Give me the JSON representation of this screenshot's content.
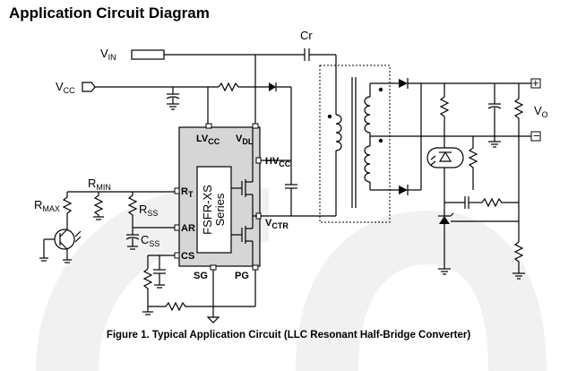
{
  "title": "Application Circuit Diagram",
  "labels": {
    "cr": "Cr",
    "vin": {
      "main": "V",
      "sub": "IN"
    },
    "vcc": {
      "main": "V",
      "sub": "CC"
    },
    "lvcc": {
      "main": "LV",
      "sub": "CC"
    },
    "vdl": {
      "main": "V",
      "sub": "DL"
    },
    "hvcc": {
      "main": "HV",
      "sub": "CC"
    },
    "rt": {
      "main": "R",
      "sub": "T"
    },
    "ar": "AR",
    "cs": "CS",
    "sg": "SG",
    "pg": "PG",
    "vctr": {
      "main": "V",
      "sub": "CTR"
    },
    "rmin": {
      "main": "R",
      "sub": "MIN"
    },
    "rmax": {
      "main": "R",
      "sub": "MAX"
    },
    "rss": {
      "main": "R",
      "sub": "SS"
    },
    "css": {
      "main": "C",
      "sub": "SS"
    },
    "vo": {
      "main": "V",
      "sub": "O"
    },
    "plus": "+",
    "minus": "−",
    "chip_line1": "FSFR-XS",
    "chip_line2": "Series"
  },
  "caption": "Figure 1.   Typical Application Circuit (LLC Resonant Half-Bridge Converter)",
  "colors": {
    "ic_body": "#d6d6d6",
    "watermark": "#f1f1f1",
    "ink": "#000000"
  },
  "icons": [
    "ground-icon",
    "resistor-icon",
    "capacitor-icon",
    "diode-icon",
    "transformer-icon",
    "mosfet-icon",
    "optocoupler-icon",
    "zener-icon"
  ]
}
